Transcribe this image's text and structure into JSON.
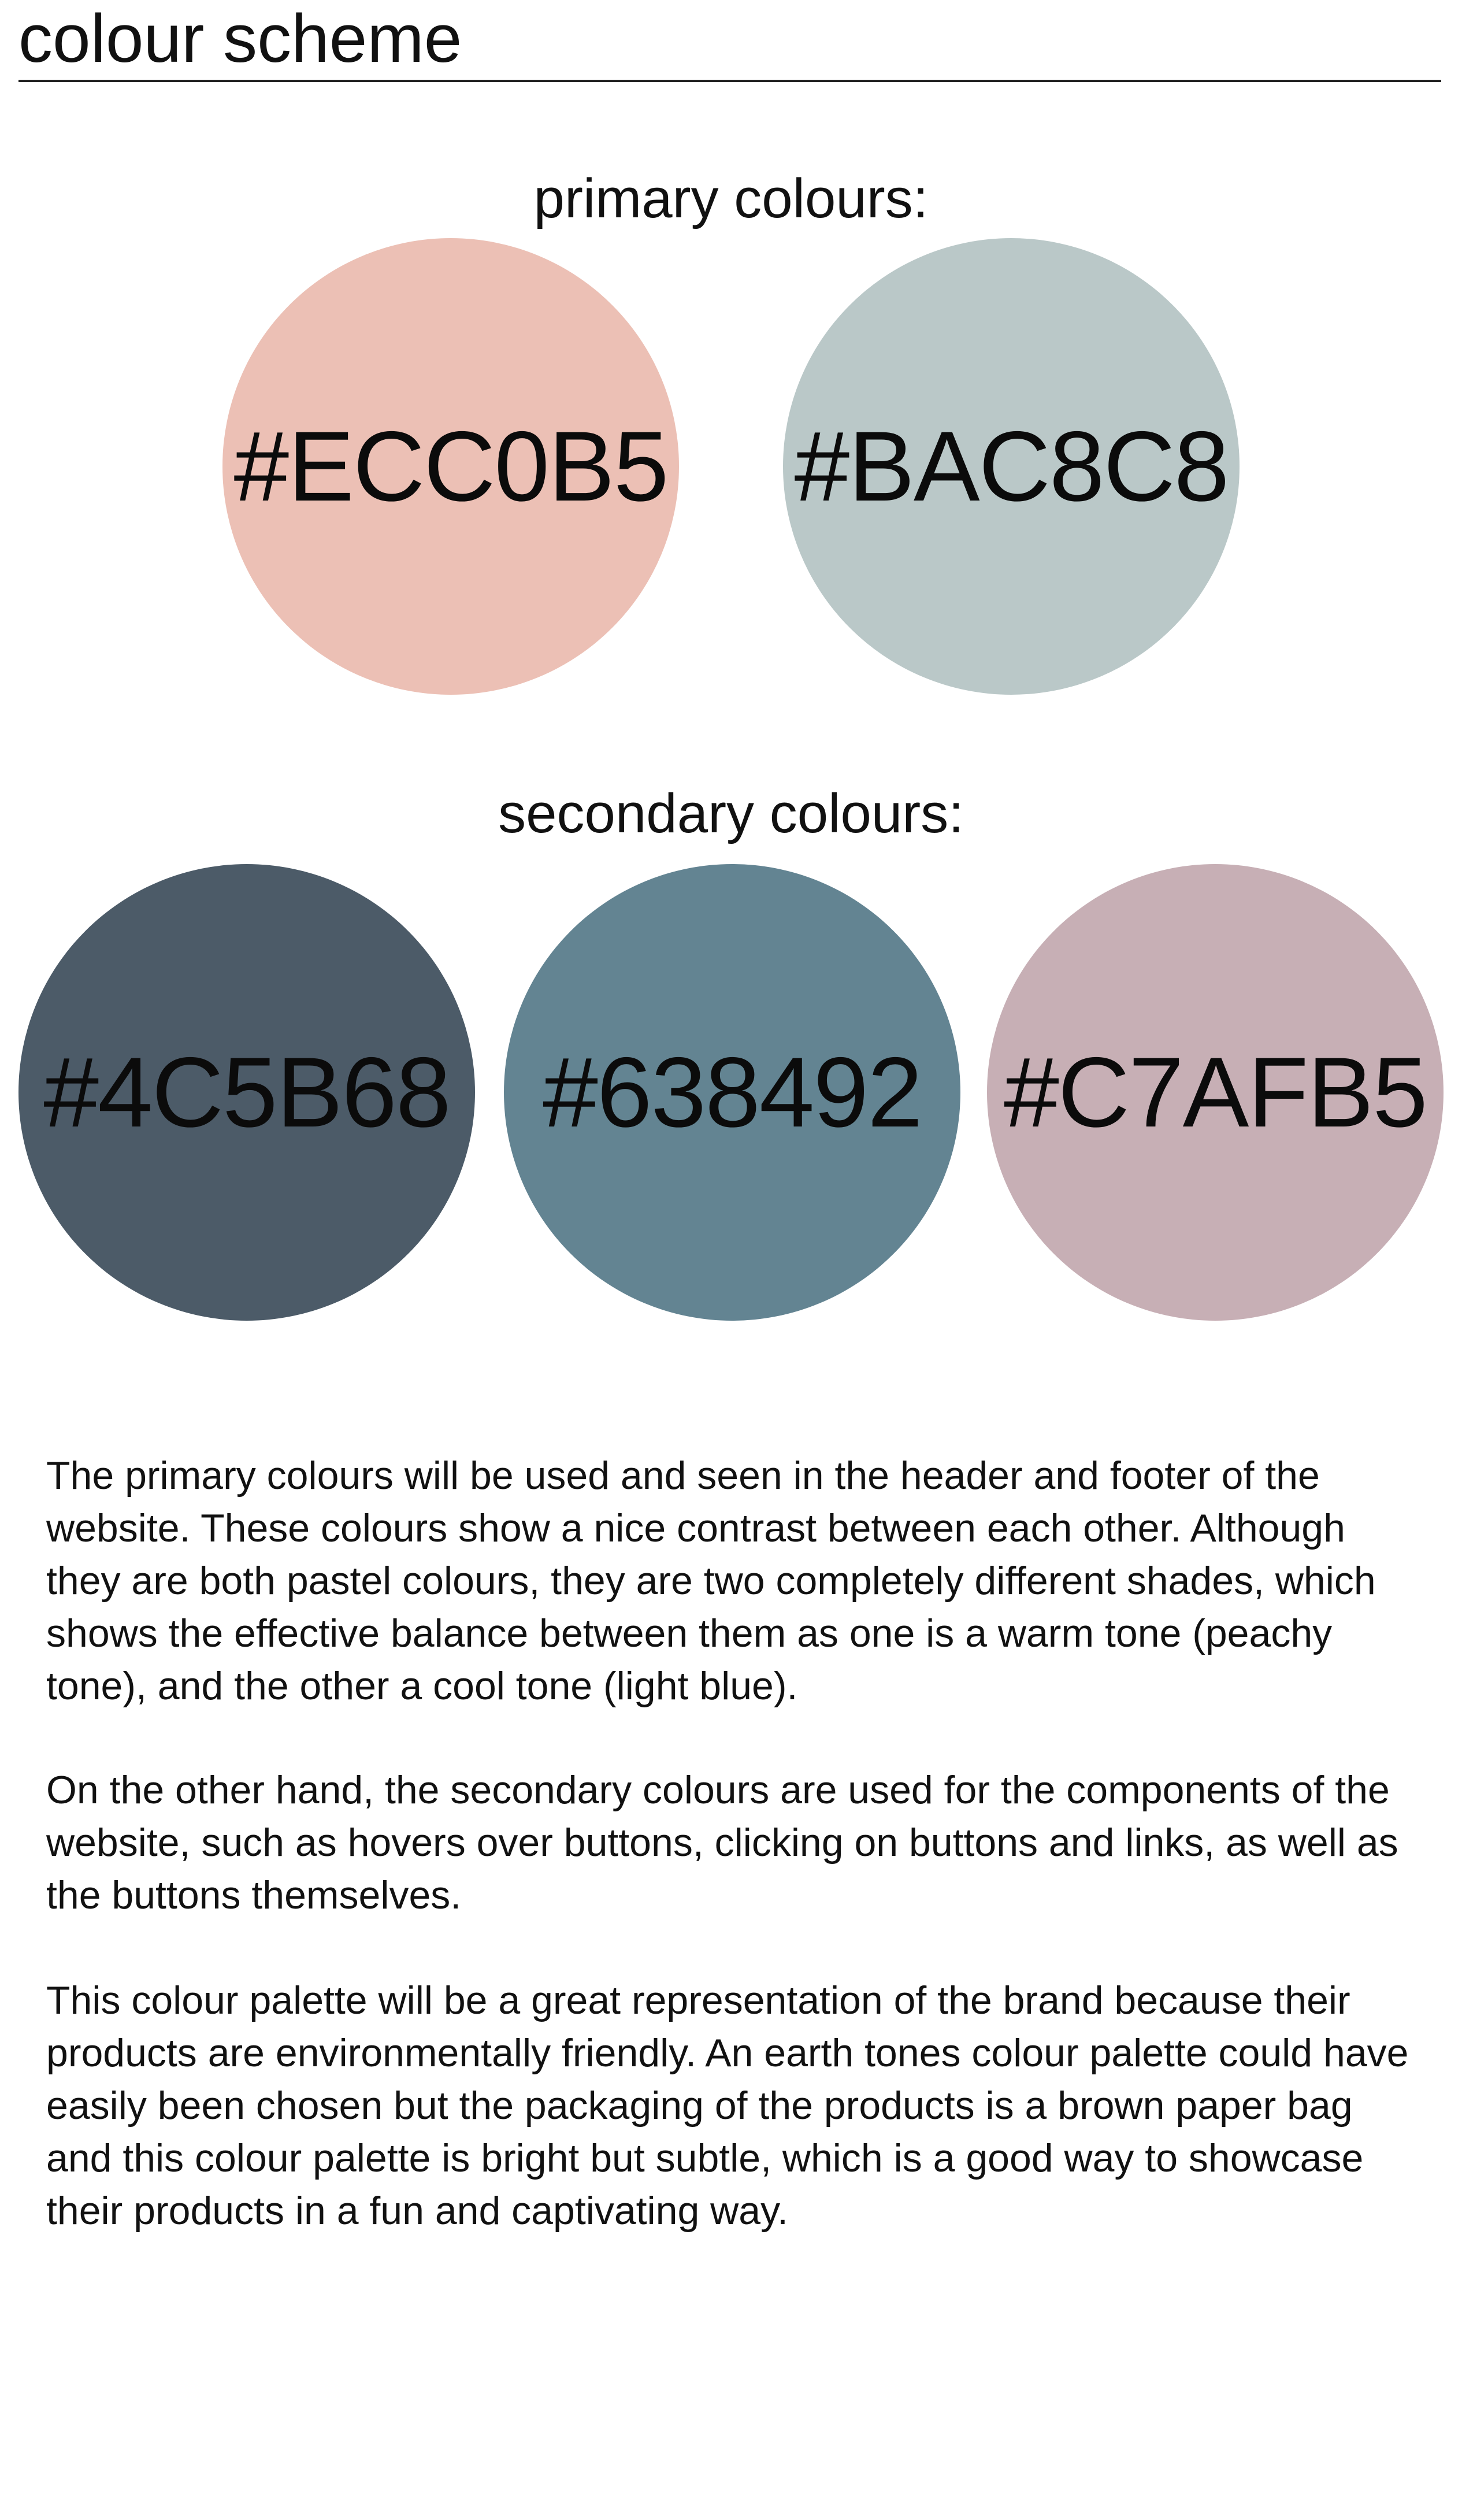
{
  "page": {
    "title": "colour scheme"
  },
  "primary": {
    "label": "primary colours:",
    "swatches": [
      {
        "hex_label": "#ECC0B5",
        "color": "#ECC0B5"
      },
      {
        "hex_label": "#BAC8C8",
        "color": "#BAC8C8"
      }
    ]
  },
  "secondary": {
    "label": "secondary colours:",
    "swatches": [
      {
        "hex_label": "#4C5B68",
        "color": "#4C5B68"
      },
      {
        "hex_label": "#638492",
        "color": "#638492"
      },
      {
        "hex_label": "#C7AFB5",
        "color": "#C7AFB5"
      }
    ]
  },
  "description": {
    "paragraphs": [
      "The primary colours will be used and seen in the header and footer of the website. These colours show a nice contrast between each other. Although they are both pastel colours, they are two completely different shades, which shows the effective balance between them as one is a warm tone (peachy tone), and the other a cool tone (light blue).",
      "On the other hand, the secondary colours are used for the components of the website, such as hovers over buttons, clicking on buttons and links, as well as the buttons themselves.",
      "This colour palette will be a great representation of the brand because their products are environmentally friendly. An earth tones colour palette could have easily been chosen but the packaging of the products is a brown paper bag and this colour palette is bright but subtle, which is a good way to showcase their products in a fun and captivating way."
    ]
  }
}
